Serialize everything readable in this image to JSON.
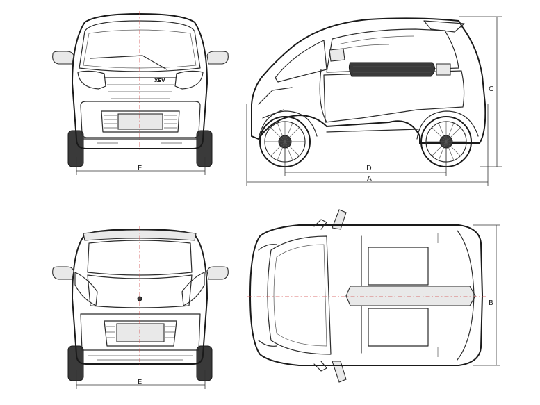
{
  "dimensions": {
    "length": "A",
    "width": "B",
    "height": "C",
    "wheelbase": "D",
    "track_front": "E",
    "track_rear": "E"
  },
  "brand_badge": "XEV",
  "colors": {
    "line": "#2b2b2b",
    "centerline": "#d24a4a",
    "background": "#ffffff"
  }
}
